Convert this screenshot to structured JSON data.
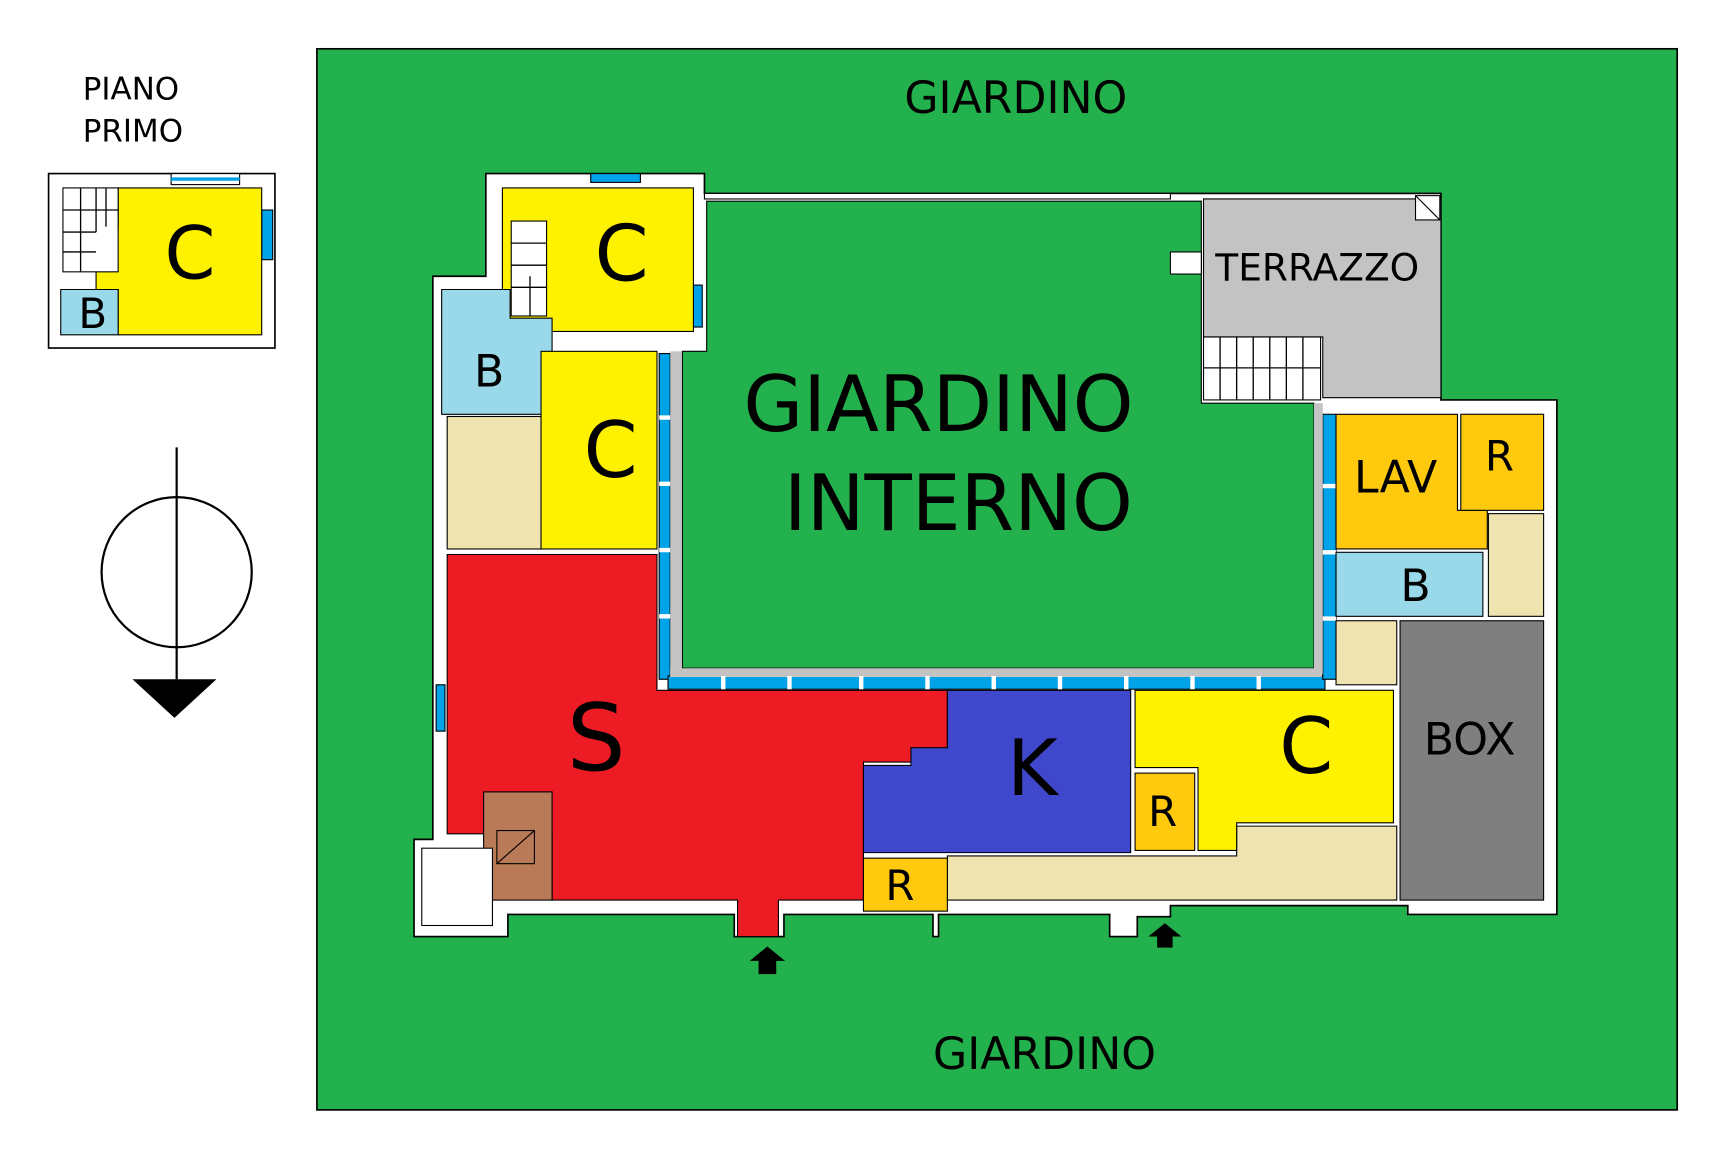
{
  "legend": {
    "floor_line1": "PIANO",
    "floor_line2": "PRIMO"
  },
  "first_floor": {
    "room_c": "C",
    "room_b": "B"
  },
  "outdoor": {
    "top": "GIARDINO",
    "bottom": "GIARDINO",
    "inner_line1": "GIARDINO",
    "inner_line2": "INTERNO"
  },
  "rooms": {
    "terrace": "TERRAZZO",
    "bedroom_top": "C",
    "bedroom_middle": "C",
    "bath_left": "B",
    "living": "S",
    "kitchen": "K",
    "bedroom_right": "C",
    "storage_small": "R",
    "storage_bottom": "R",
    "laundry": "LAV",
    "storage_right": "R",
    "bath_right": "B",
    "garage": "BOX"
  },
  "colors": {
    "garden": "#22b14c",
    "bedroom": "#fff200",
    "bath": "#99d9ea",
    "living": "#ed1c24",
    "kitchen": "#3f48cc",
    "storage": "#ffc90e",
    "corridor": "#efe4b0",
    "terrace": "#c3c3c3",
    "garage": "#7f7f7f",
    "fireplace": "#b97a57",
    "window": "#00a2e8"
  }
}
